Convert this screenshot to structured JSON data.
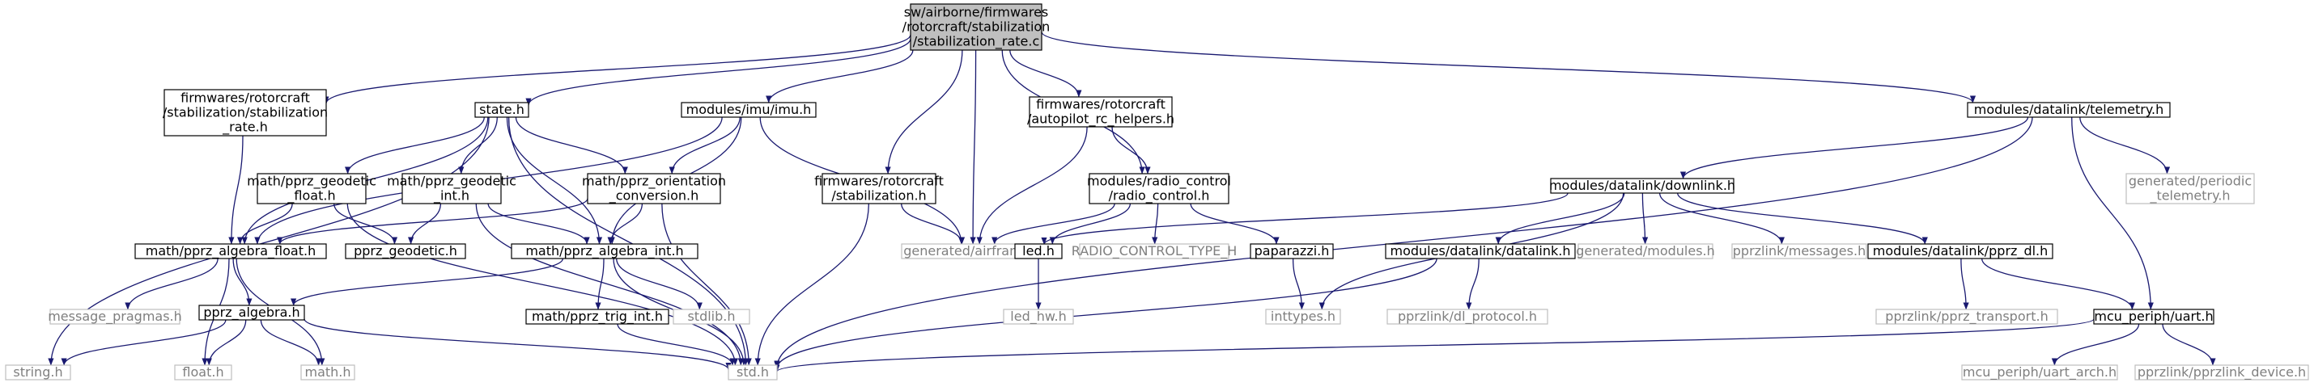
{
  "colors": {
    "edge": "#191970",
    "node_border": "#000000",
    "missing_border": "#bfbfbf",
    "missing_text": "#7f7f7f",
    "root_fill": "#bfbfbf",
    "node_fill": "#ffffff",
    "text": "#000000"
  },
  "nodes": {
    "root": {
      "lines": [
        "sw/airborne/firmwares",
        "/rotorcraft/stabilization",
        "/stabilization_rate.c"
      ],
      "kind": "root"
    },
    "stab_rate_h": {
      "lines": [
        "firmwares/rotorcraft",
        "/stabilization/stabilization",
        "_rate.h"
      ],
      "kind": "file"
    },
    "state_h": {
      "lines": [
        "state.h"
      ],
      "kind": "file"
    },
    "imu_h": {
      "lines": [
        "modules/imu/imu.h"
      ],
      "kind": "file"
    },
    "stabilization_h": {
      "lines": [
        "firmwares/rotorcraft",
        "/stabilization.h"
      ],
      "kind": "file"
    },
    "autopilot_rc": {
      "lines": [
        "firmwares/rotorcraft",
        "/autopilot_rc_helpers.h"
      ],
      "kind": "file"
    },
    "radio_control": {
      "lines": [
        "modules/radio_control",
        "/radio_control.h"
      ],
      "kind": "file"
    },
    "telemetry": {
      "lines": [
        "modules/datalink/telemetry.h"
      ],
      "kind": "file"
    },
    "geodetic_float": {
      "lines": [
        "math/pprz_geodetic",
        "_float.h"
      ],
      "kind": "file"
    },
    "geodetic_int": {
      "lines": [
        "math/pprz_geodetic",
        "_int.h"
      ],
      "kind": "file"
    },
    "orientation": {
      "lines": [
        "math/pprz_orientation",
        "_conversion.h"
      ],
      "kind": "file"
    },
    "downlink": {
      "lines": [
        "modules/datalink/downlink.h"
      ],
      "kind": "file"
    },
    "periodic_tel": {
      "lines": [
        "generated/periodic",
        "_telemetry.h"
      ],
      "kind": "missing"
    },
    "algebra_float": {
      "lines": [
        "math/pprz_algebra_float.h"
      ],
      "kind": "file"
    },
    "geodetic_h": {
      "lines": [
        "pprz_geodetic.h"
      ],
      "kind": "file"
    },
    "algebra_int": {
      "lines": [
        "math/pprz_algebra_int.h"
      ],
      "kind": "file"
    },
    "airframe": {
      "lines": [
        "generated/airframe.h"
      ],
      "kind": "missing"
    },
    "led_h": {
      "lines": [
        "led.h"
      ],
      "kind": "file"
    },
    "radio_type": {
      "lines": [
        "RADIO_CONTROL_TYPE_H"
      ],
      "kind": "missing"
    },
    "paparazzi": {
      "lines": [
        "paparazzi.h"
      ],
      "kind": "file"
    },
    "datalink_h": {
      "lines": [
        "modules/datalink/datalink.h"
      ],
      "kind": "file"
    },
    "gen_modules": {
      "lines": [
        "generated/modules.h"
      ],
      "kind": "missing"
    },
    "messages": {
      "lines": [
        "pprzlink/messages.h"
      ],
      "kind": "missing"
    },
    "pprz_dl": {
      "lines": [
        "modules/datalink/pprz_dl.h"
      ],
      "kind": "file"
    },
    "msg_pragmas": {
      "lines": [
        "message_pragmas.h"
      ],
      "kind": "missing"
    },
    "pprz_algebra": {
      "lines": [
        "pprz_algebra.h"
      ],
      "kind": "file"
    },
    "stdlib": {
      "lines": [
        "stdlib.h"
      ],
      "kind": "missing"
    },
    "trig_int": {
      "lines": [
        "math/pprz_trig_int.h"
      ],
      "kind": "file"
    },
    "led_hw": {
      "lines": [
        "led_hw.h"
      ],
      "kind": "missing"
    },
    "inttypes": {
      "lines": [
        "inttypes.h"
      ],
      "kind": "missing"
    },
    "dl_protocol": {
      "lines": [
        "pprzlink/dl_protocol.h"
      ],
      "kind": "missing"
    },
    "pprz_transport": {
      "lines": [
        "pprzlink/pprz_transport.h"
      ],
      "kind": "missing"
    },
    "uart_h": {
      "lines": [
        "mcu_periph/uart.h"
      ],
      "kind": "file"
    },
    "string_h": {
      "lines": [
        "string.h"
      ],
      "kind": "missing"
    },
    "float_h": {
      "lines": [
        "float.h"
      ],
      "kind": "missing"
    },
    "math_h": {
      "lines": [
        "math.h"
      ],
      "kind": "missing"
    },
    "std_h": {
      "lines": [
        "std.h"
      ],
      "kind": "missing"
    },
    "uart_arch": {
      "lines": [
        "mcu_periph/uart_arch.h"
      ],
      "kind": "missing"
    },
    "pprzlink_device": {
      "lines": [
        "pprzlink/pprzlink_device.h"
      ],
      "kind": "missing"
    }
  },
  "edges": [
    [
      "root",
      "stab_rate_h"
    ],
    [
      "root",
      "state_h"
    ],
    [
      "root",
      "imu_h"
    ],
    [
      "root",
      "stabilization_h"
    ],
    [
      "root",
      "airframe"
    ],
    [
      "root",
      "autopilot_rc"
    ],
    [
      "root",
      "radio_control"
    ],
    [
      "root",
      "telemetry"
    ],
    [
      "stab_rate_h",
      "algebra_float"
    ],
    [
      "state_h",
      "algebra_float"
    ],
    [
      "state_h",
      "geodetic_float"
    ],
    [
      "state_h",
      "geodetic_int"
    ],
    [
      "state_h",
      "orientation"
    ],
    [
      "state_h",
      "algebra_int"
    ],
    [
      "state_h",
      "string_h"
    ],
    [
      "state_h",
      "std_h"
    ],
    [
      "imu_h",
      "algebra_float"
    ],
    [
      "imu_h",
      "orientation"
    ],
    [
      "imu_h",
      "algebra_int"
    ],
    [
      "imu_h",
      "airframe"
    ],
    [
      "stabilization_h",
      "airframe"
    ],
    [
      "stabilization_h",
      "std_h"
    ],
    [
      "autopilot_rc",
      "airframe"
    ],
    [
      "autopilot_rc",
      "radio_control"
    ],
    [
      "radio_control",
      "airframe"
    ],
    [
      "radio_control",
      "led_h"
    ],
    [
      "radio_control",
      "radio_type"
    ],
    [
      "radio_control",
      "paparazzi"
    ],
    [
      "telemetry",
      "downlink"
    ],
    [
      "telemetry",
      "periodic_tel"
    ],
    [
      "telemetry",
      "uart_h"
    ],
    [
      "telemetry",
      "std_h"
    ],
    [
      "geodetic_float",
      "algebra_float"
    ],
    [
      "geodetic_float",
      "geodetic_h"
    ],
    [
      "geodetic_float",
      "std_h"
    ],
    [
      "geodetic_int",
      "geodetic_h"
    ],
    [
      "geodetic_int",
      "algebra_int"
    ],
    [
      "geodetic_int",
      "std_h"
    ],
    [
      "orientation",
      "algebra_float"
    ],
    [
      "orientation",
      "algebra_int"
    ],
    [
      "orientation",
      "std_h"
    ],
    [
      "downlink",
      "airframe"
    ],
    [
      "downlink",
      "datalink_h"
    ],
    [
      "downlink",
      "gen_modules"
    ],
    [
      "downlink",
      "messages"
    ],
    [
      "downlink",
      "pprz_dl"
    ],
    [
      "downlink",
      "inttypes"
    ],
    [
      "algebra_float",
      "msg_pragmas"
    ],
    [
      "algebra_float",
      "pprz_algebra"
    ],
    [
      "algebra_float",
      "math_h"
    ],
    [
      "algebra_float",
      "float_h"
    ],
    [
      "algebra_int",
      "pprz_algebra"
    ],
    [
      "algebra_int",
      "stdlib"
    ],
    [
      "algebra_int",
      "trig_int"
    ],
    [
      "algebra_int",
      "std_h"
    ],
    [
      "led_h",
      "led_hw"
    ],
    [
      "paparazzi",
      "inttypes"
    ],
    [
      "datalink_h",
      "dl_protocol"
    ],
    [
      "datalink_h",
      "std_h"
    ],
    [
      "pprz_dl",
      "pprz_transport"
    ],
    [
      "pprz_dl",
      "uart_h"
    ],
    [
      "pprz_algebra",
      "string_h"
    ],
    [
      "pprz_algebra",
      "float_h"
    ],
    [
      "pprz_algebra",
      "math_h"
    ],
    [
      "pprz_algebra",
      "std_h"
    ],
    [
      "trig_int",
      "std_h"
    ],
    [
      "uart_h",
      "std_h"
    ],
    [
      "uart_h",
      "uart_arch"
    ],
    [
      "uart_h",
      "pprzlink_device"
    ]
  ]
}
